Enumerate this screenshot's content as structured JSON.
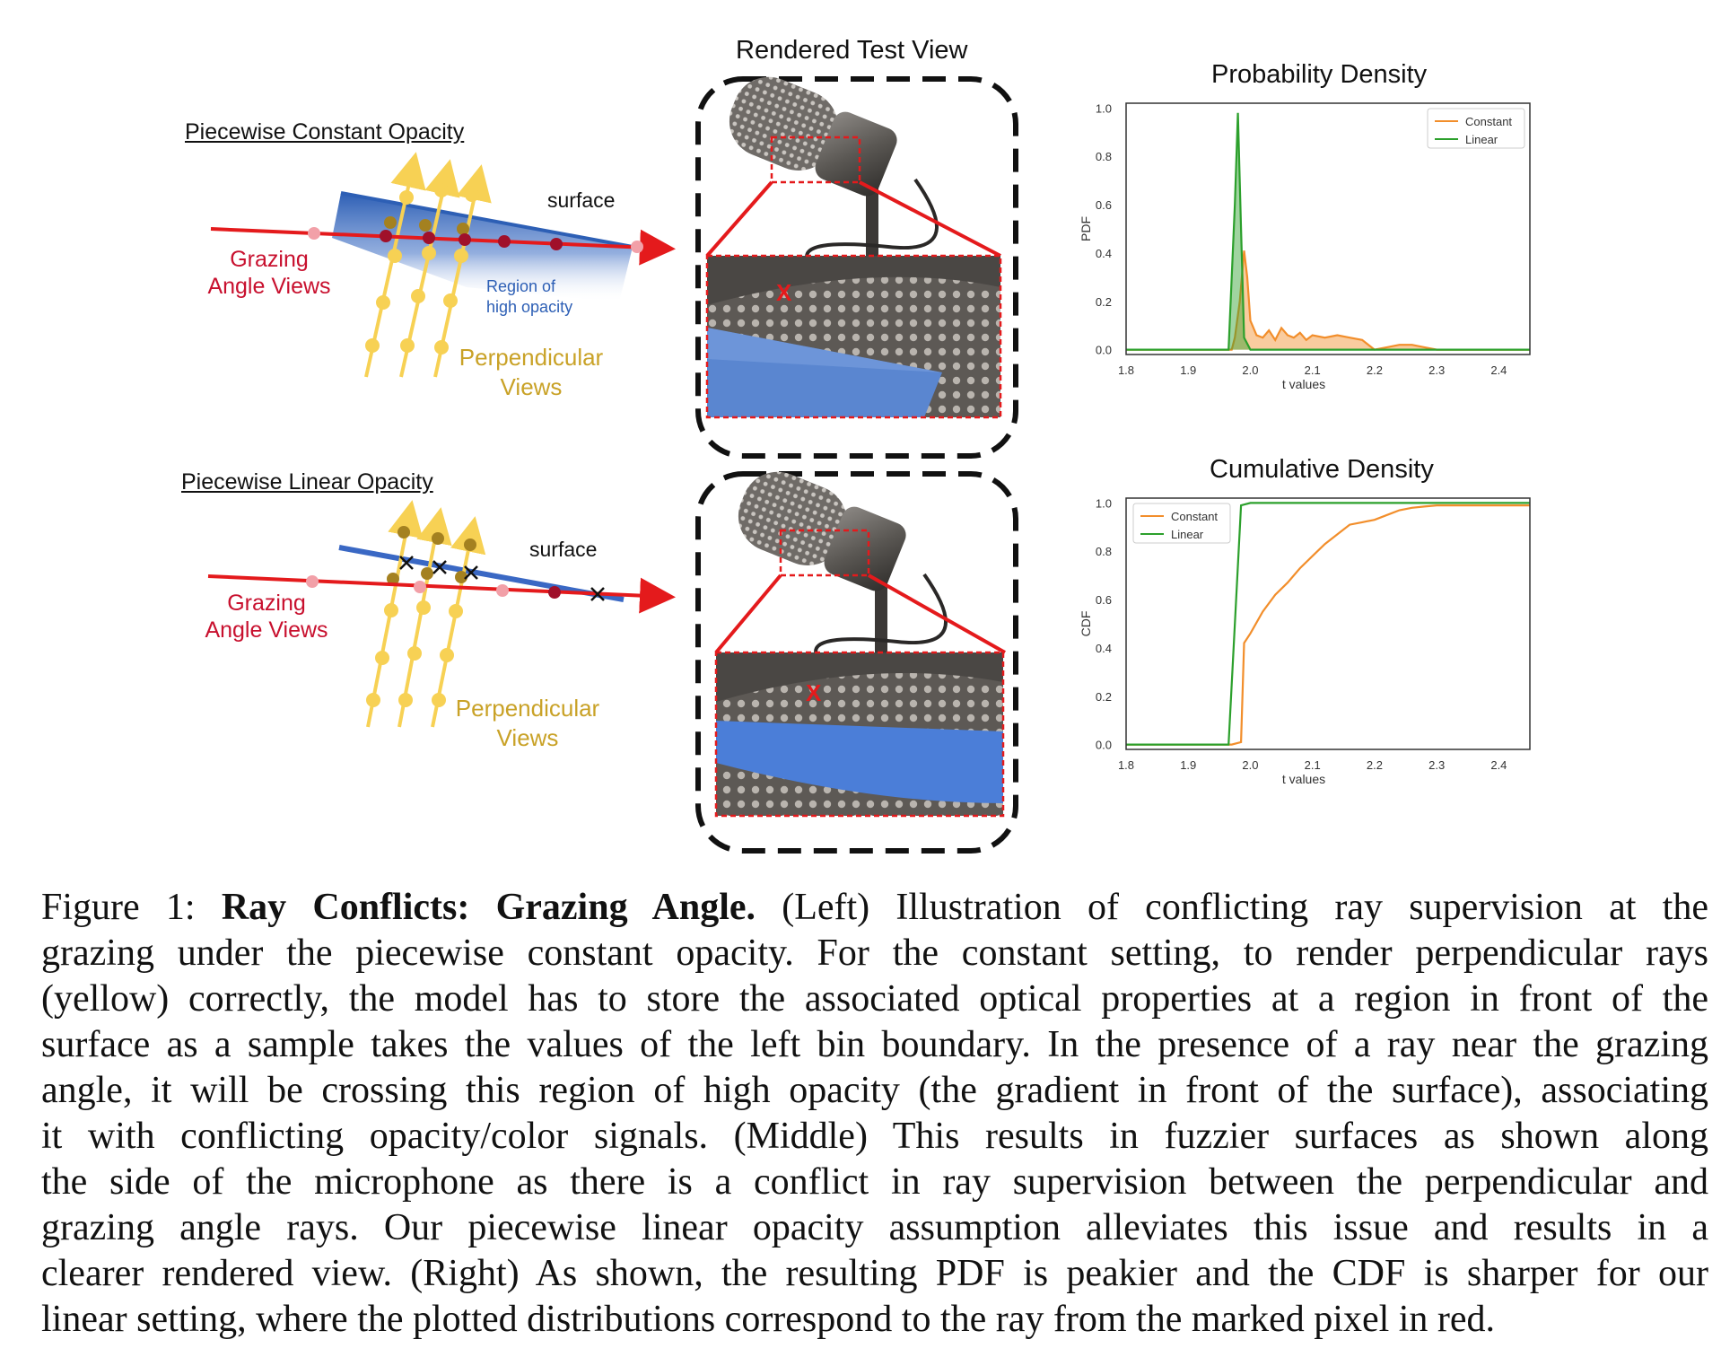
{
  "left_panel": {
    "top": {
      "title": "Piecewise Constant Opacity",
      "surface_label": "surface",
      "grazing_label": [
        "Grazing",
        "Angle Views"
      ],
      "region_label": [
        "Region of",
        "high opacity"
      ],
      "perp_label": [
        "Perpendicular",
        "Views"
      ]
    },
    "bottom": {
      "title": "Piecewise Linear Opacity",
      "surface_label": "surface",
      "grazing_label": [
        "Grazing",
        "Angle Views"
      ],
      "perp_label": [
        "Perpendicular",
        "Views"
      ]
    }
  },
  "middle_panel": {
    "title": "Rendered Test View",
    "marker": "X"
  },
  "colors": {
    "constant": "#f28e2b",
    "linear": "#2ca02c",
    "ray_red": "#e41a1c",
    "ray_yellow": "#f7d154",
    "surface_blue": "#2d5fb5"
  },
  "chart_data": [
    {
      "type": "area",
      "title": "Probability Density",
      "xlabel": "t values",
      "ylabel": "PDF",
      "xlim": [
        1.8,
        2.45
      ],
      "ylim": [
        -0.02,
        1.02
      ],
      "xticks": [
        "1.8",
        "1.9",
        "2.0",
        "2.1",
        "2.2",
        "2.3",
        "2.4"
      ],
      "yticks": [
        "0.0",
        "0.2",
        "0.4",
        "0.6",
        "0.8",
        "1.0"
      ],
      "legend": "top-right",
      "series": [
        {
          "name": "Constant",
          "x": [
            1.8,
            1.97,
            1.975,
            1.983,
            1.99,
            1.995,
            2.0,
            2.01,
            2.02,
            2.03,
            2.04,
            2.05,
            2.06,
            2.07,
            2.08,
            2.09,
            2.1,
            2.12,
            2.14,
            2.16,
            2.18,
            2.2,
            2.22,
            2.24,
            2.26,
            2.28,
            2.3,
            2.45
          ],
          "y": [
            0.0,
            0.0,
            0.05,
            0.2,
            0.41,
            0.3,
            0.12,
            0.06,
            0.05,
            0.08,
            0.04,
            0.09,
            0.06,
            0.05,
            0.07,
            0.04,
            0.06,
            0.05,
            0.06,
            0.05,
            0.04,
            0.0,
            0.01,
            0.02,
            0.02,
            0.01,
            0.0,
            0.0
          ]
        },
        {
          "name": "Linear",
          "x": [
            1.8,
            1.965,
            1.975,
            1.98,
            1.985,
            1.99,
            2.0,
            2.45
          ],
          "y": [
            0.0,
            0.0,
            0.6,
            0.98,
            0.5,
            0.05,
            0.0,
            0.0
          ]
        }
      ]
    },
    {
      "type": "line",
      "title": "Cumulative Density",
      "xlabel": "t values",
      "ylabel": "CDF",
      "xlim": [
        1.8,
        2.45
      ],
      "ylim": [
        -0.02,
        1.02
      ],
      "xticks": [
        "1.8",
        "1.9",
        "2.0",
        "2.1",
        "2.2",
        "2.3",
        "2.4"
      ],
      "yticks": [
        "0.0",
        "0.2",
        "0.4",
        "0.6",
        "0.8",
        "1.0"
      ],
      "legend": "top-left",
      "series": [
        {
          "name": "Constant",
          "x": [
            1.8,
            1.97,
            1.985,
            1.99,
            2.0,
            2.02,
            2.04,
            2.06,
            2.08,
            2.1,
            2.12,
            2.14,
            2.16,
            2.18,
            2.2,
            2.22,
            2.24,
            2.26,
            2.28,
            2.3,
            2.45
          ],
          "y": [
            0.0,
            0.0,
            0.01,
            0.42,
            0.46,
            0.55,
            0.62,
            0.67,
            0.73,
            0.78,
            0.83,
            0.87,
            0.91,
            0.92,
            0.93,
            0.95,
            0.97,
            0.98,
            0.985,
            0.99,
            0.99
          ]
        },
        {
          "name": "Linear",
          "x": [
            1.8,
            1.965,
            1.985,
            2.0,
            2.05,
            2.45
          ],
          "y": [
            0.0,
            0.0,
            0.99,
            1.0,
            1.0,
            1.0
          ]
        }
      ]
    }
  ],
  "caption": {
    "lines": [
      "Figure 1: |Ray Conflicts: Grazing Angle.| (Left) Illustration of conflicting ray supervision at the",
      "grazing under the piecewise constant opacity. For the constant setting, to render perpendicular rays",
      "(yellow) correctly, the model has to store the associated optical properties at a region in front of the",
      "surface as a sample takes the values of the left bin boundary. In the presence of a ray near the grazing",
      "angle, it will be crossing this region of high opacity (the gradient in front of the surface), associating",
      "it with conflicting opacity/color signals. (Middle) This results in fuzzier surfaces as shown along",
      "the side of the microphone as there is a conflict in ray supervision between the perpendicular and",
      "grazing angle rays. Our piecewise linear opacity assumption alleviates this issue and results in a",
      "clearer rendered view. (Right) As shown, the resulting PDF is peakier and the CDF is sharper for our",
      "linear setting, where the plotted distributions correspond to the ray from the marked pixel in red."
    ]
  }
}
